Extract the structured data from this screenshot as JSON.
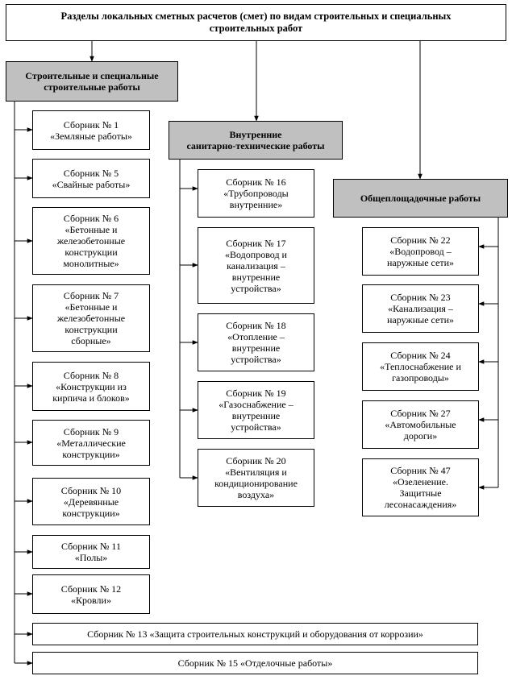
{
  "title": {
    "lines": [
      "Разделы локальных сметных расчетов (смет) по видам строительных и специальных",
      "строительных работ"
    ]
  },
  "categories": [
    {
      "lines": [
        "Строительные  и специальные",
        "строительные  работы"
      ]
    },
    {
      "lines": [
        "Внутренние",
        "санитарно-технические работы"
      ]
    },
    {
      "lines": [
        "Общеплощадочные работы"
      ]
    }
  ],
  "col1": [
    {
      "lines": [
        "Сборник № 1",
        "«Земляные работы»"
      ]
    },
    {
      "lines": [
        "Сборник № 5",
        "«Свайные работы»"
      ]
    },
    {
      "lines": [
        "Сборник № 6",
        "«Бетонные и",
        "железобетонные",
        "конструкции",
        "монолитные»"
      ]
    },
    {
      "lines": [
        "Сборник № 7",
        "«Бетонные и",
        "железобетонные",
        "конструкции",
        "сборные»"
      ]
    },
    {
      "lines": [
        "Сборник № 8",
        "«Конструкции из",
        "кирпича и блоков»"
      ]
    },
    {
      "lines": [
        "Сборник № 9",
        "«Металлические",
        "конструкции»"
      ]
    },
    {
      "lines": [
        "Сборник № 10",
        "«Деревянные",
        "конструкции»"
      ]
    },
    {
      "lines": [
        "Сборник № 11",
        "«Полы»"
      ]
    },
    {
      "lines": [
        "Сборник № 12",
        "«Кровли»"
      ]
    }
  ],
  "wide": [
    {
      "lines": [
        "Сборник № 13 «Защита строительных конструкций и оборудования от коррозии»"
      ]
    },
    {
      "lines": [
        "Сборник № 15 «Отделочные работы»"
      ]
    }
  ],
  "col2": [
    {
      "lines": [
        "Сборник № 16",
        "«Трубопроводы",
        "внутренние»"
      ]
    },
    {
      "lines": [
        "Сборник № 17",
        "«Водопровод и",
        "канализация –",
        "внутренние",
        "устройства»"
      ]
    },
    {
      "lines": [
        "Сборник № 18",
        "«Отопление –",
        "внутренние",
        "устройства»"
      ]
    },
    {
      "lines": [
        "Сборник № 19",
        "«Газоснабжение –",
        "внутренние",
        "устройства»"
      ]
    },
    {
      "lines": [
        "Сборник № 20",
        "«Вентиляция и",
        "кондиционирование",
        "воздуха»"
      ]
    }
  ],
  "col3": [
    {
      "lines": [
        "Сборник № 22",
        "«Водопровод –",
        "наружные сети»"
      ]
    },
    {
      "lines": [
        "Сборник № 23",
        "«Канализация –",
        "наружные сети»"
      ]
    },
    {
      "lines": [
        "Сборник № 24",
        "«Теплоснабжение и",
        "газопроводы»"
      ]
    },
    {
      "lines": [
        "Сборник № 27",
        "«Автомобильные",
        "дороги»"
      ]
    },
    {
      "lines": [
        "Сборник № 47",
        "«Озеленение.",
        "Защитные",
        "лесонасаждения»"
      ]
    }
  ]
}
